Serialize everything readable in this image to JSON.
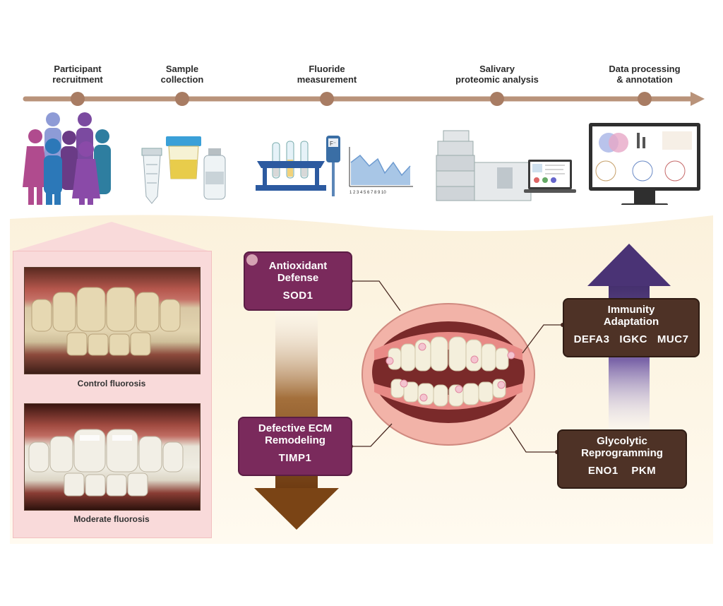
{
  "workflow": {
    "steps": [
      {
        "label": "Participant\nrecruitment"
      },
      {
        "label": "Sample\ncollection"
      },
      {
        "label": "Fluoride\nmeasurement"
      },
      {
        "label": "Salivary\nproteomic analysis"
      },
      {
        "label": "Data processing\n& annotation"
      }
    ]
  },
  "photos": {
    "control_caption": "Control fluorosis",
    "moderate_caption": "Moderate fluorosis"
  },
  "down_regulated": [
    {
      "title": "Antioxidant\nDefense",
      "genes": "SOD1"
    },
    {
      "title": "Defective ECM\nRemodeling",
      "genes": "TIMP1"
    }
  ],
  "up_regulated": [
    {
      "title": "Immunity\nAdaptation",
      "genes": "DEFA3   IGKC   MUC7"
    },
    {
      "title": "Glycolytic\nReprogramming",
      "genes": "ENO1    PKM"
    }
  ],
  "colors": {
    "timeline": "#b9937a",
    "node": "#a87c63",
    "down_box": "#7a2a5c",
    "up_box": "#4e3226",
    "down_arrow": "#7b4a23",
    "up_arrow": "#4c3478",
    "pink_panel": "#f9dada"
  },
  "icons": [
    "people-icon",
    "sample-tubes-icon",
    "test-tube-rack-icon",
    "fluoride-meter-icon",
    "line-graph-icon",
    "mass-spectrometer-icon",
    "laptop-icon",
    "monitor-icon",
    "mouth-icon"
  ]
}
